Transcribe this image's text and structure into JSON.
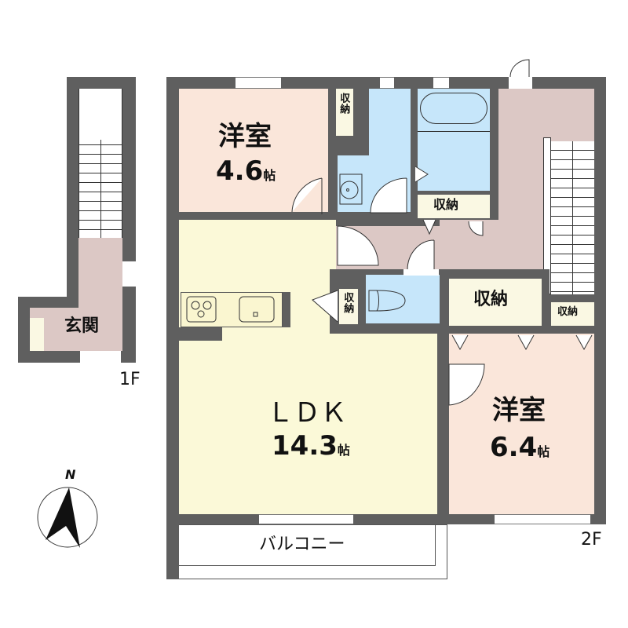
{
  "floor_plan": {
    "floors": {
      "first": "1F",
      "second": "2F"
    },
    "rooms": {
      "entrance": {
        "name": "玄関"
      },
      "western_room_1": {
        "name": "洋室",
        "size": "4.6",
        "unit": "帖"
      },
      "ldk": {
        "name": "ＬＤＫ",
        "size": "14.3",
        "unit": "帖"
      },
      "western_room_2": {
        "name": "洋室",
        "size": "6.4",
        "unit": "帖"
      },
      "balcony": {
        "name": "バルコニー"
      }
    },
    "storage": [
      {
        "id": "closet-room1",
        "label": "収納"
      },
      {
        "id": "closet-bath",
        "label": "収納"
      },
      {
        "id": "closet-toilet",
        "label": "収納"
      },
      {
        "id": "closet-large",
        "label": "収納"
      },
      {
        "id": "closet-small",
        "label": "収納"
      }
    ],
    "compass": {
      "label": "N"
    },
    "colors": {
      "wall": "#5f5f5f",
      "western_room": "#fae6da",
      "ldk": "#fbf9d8",
      "wet_area": "#c6e6fa",
      "hall": "#dcc8c5",
      "closet": "#faf8e3"
    }
  }
}
